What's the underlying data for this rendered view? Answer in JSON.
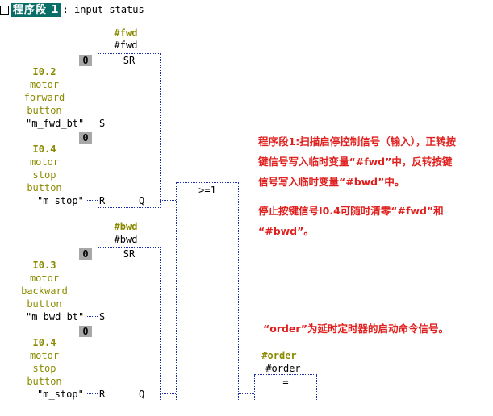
{
  "header": {
    "network_label": "程序段 1",
    "title_rest": ": input status"
  },
  "sr_fwd": {
    "operand_top": "#fwd",
    "operand": "#fwd",
    "block_type": "SR",
    "set_value": "0",
    "reset_value": "0",
    "set_address": "I0.2",
    "set_comment": [
      "motor",
      "forward",
      "button"
    ],
    "set_symbol": "\"m_fwd_bt\"",
    "reset_address": "I0.4",
    "reset_comment": [
      "motor",
      "stop",
      "button"
    ],
    "reset_symbol": "\"m_stop\"",
    "pin_s": "S",
    "pin_r": "R",
    "pin_q": "Q"
  },
  "sr_bwd": {
    "operand_top": "#bwd",
    "operand": "#bwd",
    "block_type": "SR",
    "set_value": "0",
    "reset_value": "0",
    "set_address": "I0.3",
    "set_comment": [
      "motor",
      "backward",
      "button"
    ],
    "set_symbol": "\"m_bwd_bt\"",
    "reset_address": "I0.4",
    "reset_comment": [
      "motor",
      "stop",
      "button"
    ],
    "reset_symbol": "\"m_stop\"",
    "pin_s": "S",
    "pin_r": "R",
    "pin_q": "Q"
  },
  "or_block": {
    "label": ">=1"
  },
  "coil": {
    "operand_top": "#order",
    "operand": "#order",
    "symbol": "="
  },
  "annotations": {
    "line1": "程序段1:扫描启停控制信号（输入），正转按",
    "line2": "键信号写入临时变量“#fwd”中，反转按键",
    "line3": "信号写入临时变量“#bwd”中。",
    "line4": "停止按键信号I0.4可随时清零“#fwd”和",
    "line5": "“#bwd”。",
    "line6": "“order”为延时定时器的启动命令信号。"
  },
  "colors": {
    "network_tag_bg": "#0a6e68",
    "operand_color": "#8b8b00",
    "annotation_color": "#e0201e",
    "wire_color": "#1a2fa8",
    "value_box_bg": "#a8a8a8"
  }
}
